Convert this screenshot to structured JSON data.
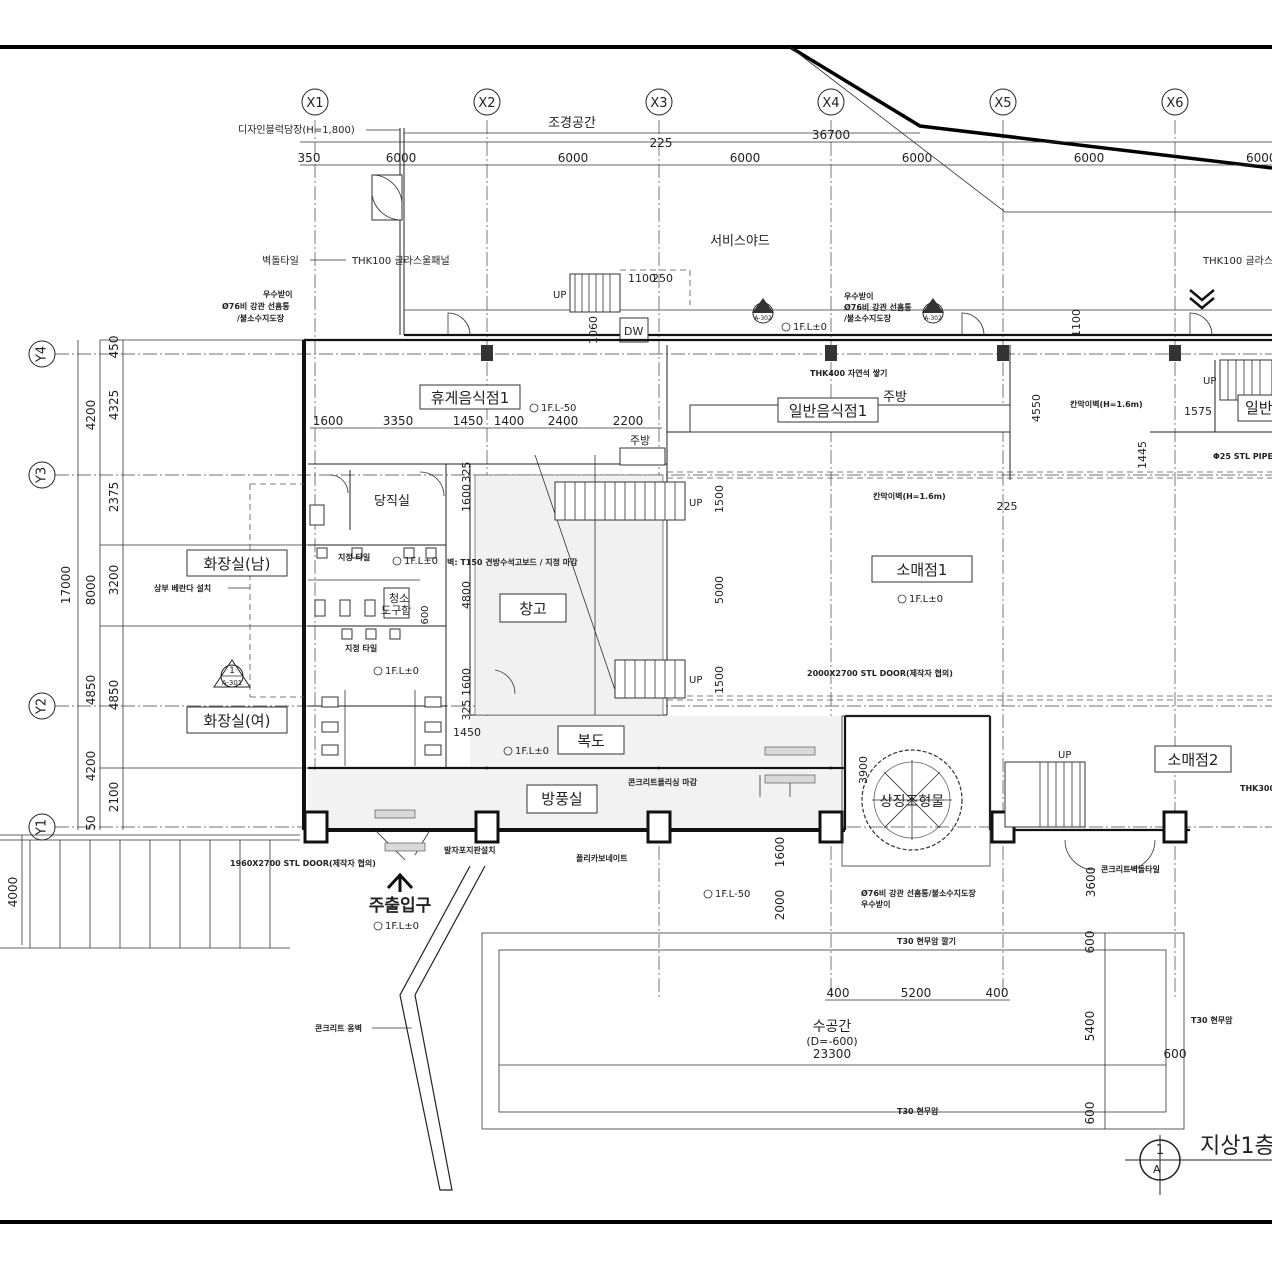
{
  "grid_x": [
    "X1",
    "X2",
    "X3",
    "X4",
    "X5",
    "X6"
  ],
  "grid_y": [
    "Y4",
    "Y3",
    "Y2",
    "Y1"
  ],
  "dims_top": {
    "overall": "36700",
    "offset_a": "225",
    "first": "350",
    "spans": [
      "6000",
      "6000",
      "6000",
      "6000",
      "6000",
      "6000"
    ]
  },
  "dims_left_outer": [
    "4200",
    "8000",
    "4850",
    "50"
  ],
  "dims_left_mid": [
    "450",
    "4325",
    "2375",
    "3200",
    "4850",
    "4200",
    "2100"
  ],
  "dims_left_total": "17000",
  "dims_left_bottom": "4000",
  "dims_row2": [
    "1600",
    "3350",
    "1450",
    "1400",
    "2400",
    "2200"
  ],
  "dims_misc": {
    "d1100": "1100",
    "d250": "250",
    "d1060": "1060",
    "d1100b": "1100",
    "d4550": "4550",
    "d1575": "1575",
    "d1445": "1445",
    "d225b": "225",
    "d325a": "325",
    "d1600a": "1600",
    "d4800": "4800",
    "d1600b": "1600",
    "d325b": "325",
    "d1450b": "1450",
    "d1500a": "1500",
    "d5000": "5000",
    "d1500b": "1500",
    "d600s": "600",
    "d3900": "3900",
    "d1600c": "1600",
    "d2000": "2000",
    "d3600": "3600",
    "d400a": "400",
    "d5200": "5200",
    "d400b": "400",
    "d600a": "600",
    "d5400": "5400",
    "d600b": "600",
    "d23300": "23300",
    "d600c": "600"
  },
  "rooms": {
    "landscape": "조경공간",
    "service_yard": "서비스야드",
    "snack_bar": "휴게음식점1",
    "restaurant": "일반음식점1",
    "kitchen_big": "주방",
    "kitchen_small": "주방",
    "duty_room": "당직실",
    "toilet_m": "화장실(남)",
    "toilet_f": "화장실(여)",
    "storage": "창고",
    "shop1": "소매점1",
    "shop2": "소매점2",
    "corridor": "복도",
    "windbreak": "방풍실",
    "sculpture": "상징조형물",
    "water": "수공간",
    "water_depth": "(D=-600)",
    "main_entrance": "주출입구",
    "restaurant2_partial": "일반",
    "janitor_a": "청소",
    "janitor_b": "도구함"
  },
  "levels": {
    "l1": "1F.L-50",
    "l2": "1F.L±0",
    "l3": "1F.L±0",
    "l4": "1F.L±0",
    "l5": "1F.L±0",
    "l6": "1F.L±0",
    "l7": "1F.L-50",
    "l8": "1F.L±0"
  },
  "annotations": {
    "fence": "디자인블럭담장(H=1,800)",
    "brick_tile": "벽돌타일",
    "glass_panel": "THK100 글라스울패널",
    "glass_panel_r": "THK100 글라스",
    "gutter_a1": "우수받이",
    "gutter_a2": "Ø76비 강관 선홈통",
    "gutter_a3": "/불소수지도장",
    "gutter_b1": "우수받이",
    "gutter_b2": "Ø76비 강관 선홈통",
    "gutter_b3": "/불소수지도장",
    "stone_wall": "THK400 자연석 쌓기",
    "partition_a": "칸막이벽(H=1.6m)",
    "partition_b": "칸막이벽(H=1.6m)",
    "pipe": "Φ25 STL PIPE",
    "wall_finish": "벽: T150 견방수석고보드 / 지정 마감",
    "tile_1": "지정 타일",
    "tile_2": "지정 타일",
    "ceiling": "상부 베란다 설치",
    "door_stl": "2000X2700 STL DOOR(제작자 협의)",
    "door_stl2": "1960X2700 STL DOOR(제작자 협의)",
    "concrete_fin": "콘크리트폴리싱 마감",
    "doormat": "발자포지판설치",
    "polycarb": "폴리카보네이트",
    "gutter_c1": "Ø76비 강관 선홈통/불소수지도장",
    "gutter_c2": "우수받이",
    "t30_a": "T30 현무암 깔기",
    "t30_b": "T30 현무암",
    "t30_c": "T30 현무암",
    "concrete_wall": "콘크리트 옹벽",
    "concrete_block": "콘크리트벽돌타일",
    "thk300": "THK300",
    "dw": "DW",
    "up1": "UP",
    "up2": "UP",
    "up3": "UP",
    "up4": "UP",
    "up5": "UP"
  },
  "section_marks": {
    "a301_num": "1",
    "a301_ref": "A-301",
    "a302a_ref": "A-302",
    "a302b_ref": "A-302"
  },
  "title_block": {
    "number": "1",
    "sheet": "A",
    "title": "지상1층"
  }
}
